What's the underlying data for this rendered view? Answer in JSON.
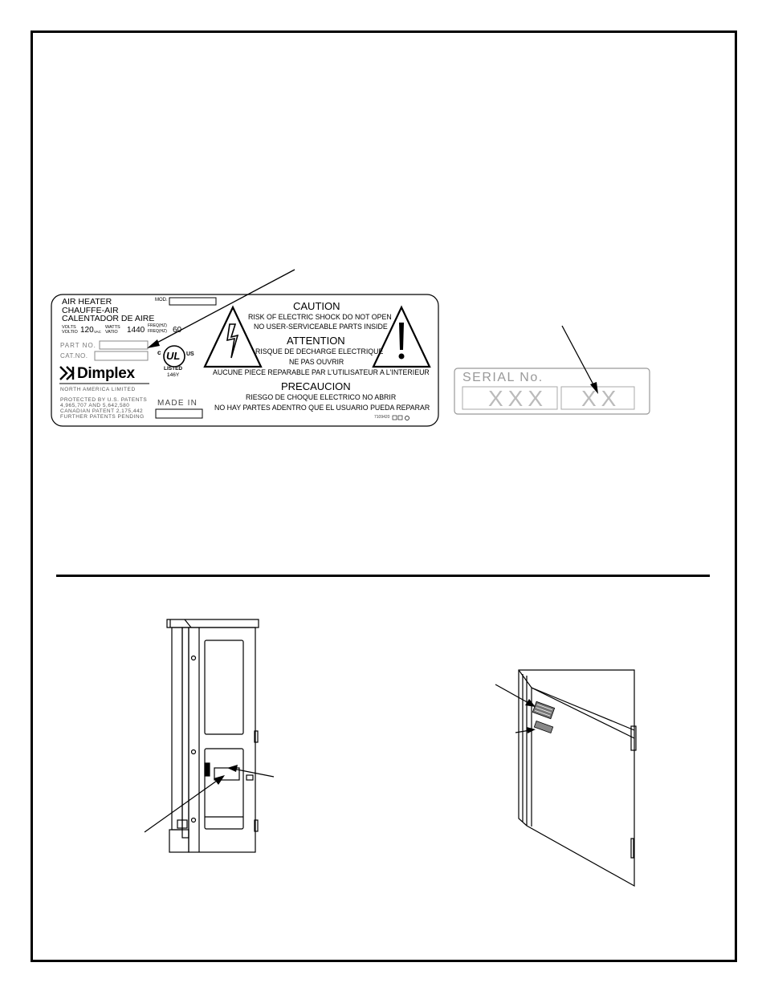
{
  "rating_label": {
    "line1": "AIR HEATER",
    "line2": "CHAUFFE-AIR",
    "line3": "CALENTADOR DE AIRE",
    "mod_label": "MOD.",
    "volts_label_1": "VOLTS",
    "volts_label_2": "VOLTIO",
    "volts_value": "120",
    "volts_unit": "VAC",
    "watts_label_1": "WATTS",
    "watts_label_2": "VATIO",
    "watts_value": "1440",
    "freq_label_1": "FREQ(HZ)",
    "freq_label_2": "FREQ(HZ)",
    "freq_value": "60",
    "part_no_label": "PART NO.",
    "cat_no_label": "CAT.NO.",
    "ul_c": "c",
    "ul_mark": "UL",
    "ul_us": "US",
    "ul_listed": "LISTED",
    "ul_code": "146Y",
    "brand": "Dimplex",
    "brand_sub": "NORTH   AMERICA   LIMITED",
    "patent_1": "PROTECTED BY U.S. PATENTS",
    "patent_2": "4,965,707 AND 5,642,580",
    "patent_3": "CANADIAN PATENT 2,175,442",
    "patent_4": "FURTHER PATENTS PENDING",
    "made_in": "MADE IN",
    "caution_title": "CAUTION",
    "caution_1": "RISK OF ELECTRIC SHOCK  DO NOT OPEN",
    "caution_2": "NO USER-SERVICEABLE PARTS INSIDE",
    "attention_title": "ATTENTION",
    "attention_1": "RISQUE DE DECHARGE ELECTRIQUE",
    "attention_2": "NE PAS OUVRIR",
    "attention_3": "AUCUNE PIECE REPARABLE PAR L'UTILISATEUR A L'INTERIEUR",
    "precaucion_title": "PRECAUCION",
    "precaucion_1": "RIESGO DE CHOQUE ELECTRICO NO ABRIR",
    "precaucion_2": "NO HAY PARTES ADENTRO QUE EL USUARIO PUEDA REPARAR",
    "footer_code": "7109420"
  },
  "serial_label": {
    "title": "SERIAL No.",
    "field1": "XXX",
    "field2": "XX"
  }
}
